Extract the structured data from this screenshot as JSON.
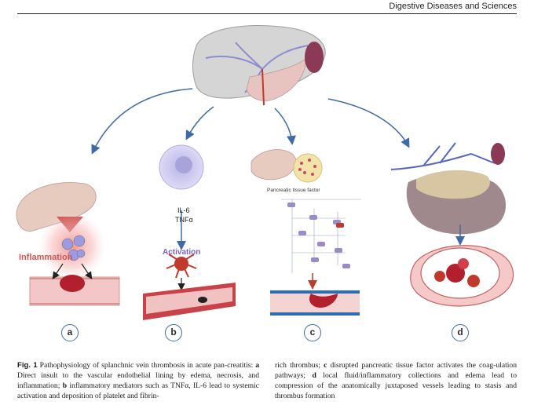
{
  "header": {
    "journal": "Digestive Diseases and Sciences"
  },
  "figure": {
    "labels": {
      "inflammation": "Inflammation",
      "il6": "IL-6",
      "tnfa": "TNFα",
      "activation": "Activation",
      "pancreatic_tissue_factor": "Pancreatic tissue factor"
    },
    "panels": [
      "a",
      "b",
      "c",
      "d"
    ]
  },
  "caption": {
    "figno": "Fig. 1",
    "col1": [
      {
        "t": " Pathophysiology of splanchnic vein thrombosis in acute pan-creatitis: "
      },
      {
        "t": "a",
        "b": true
      },
      {
        "t": " Direct insult to the vascular endothelial lining by edema, necrosis, and inflammation; "
      },
      {
        "t": "b",
        "b": true
      },
      {
        "t": " inflammatory mediators such as TNFα, IL-6 lead to systemic activation and deposition of platelet and fibrin-"
      }
    ],
    "col2": [
      {
        "t": "rich thrombus; "
      },
      {
        "t": "c",
        "b": true
      },
      {
        "t": " disrupted pancreatic tissue factor activates the coag-ulation pathways; "
      },
      {
        "t": "d",
        "b": true
      },
      {
        "t": " local fluid/inflammatory collections and edema lead to compression of the anatomically juxtaposed vessels leading to stasis and thrombus formation"
      }
    ]
  },
  "colors": {
    "arrow_blue": "#3f6aa6",
    "inflammation_red": "#d9534f",
    "vessel_pink": "#f3c7c7",
    "vessel_blue": "#2f6db3",
    "clot_red": "#b21f2d"
  }
}
